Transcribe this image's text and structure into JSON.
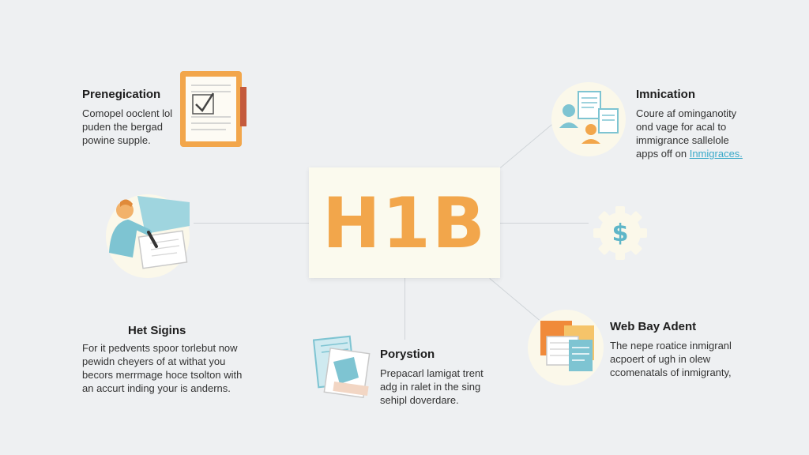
{
  "center": {
    "label": "H1B",
    "color": "#f2a64b"
  },
  "nodes": {
    "preregistration": {
      "title": "Prenegication",
      "lines": [
        "Comopel ooclent lol",
        "puden the bergad",
        "powine supple."
      ]
    },
    "immigration": {
      "title": "Imnication",
      "lines": [
        "Coure af ominganotity",
        "ond vage for acal to",
        "immigrance sallelole"
      ],
      "last_prefix": "apps off on ",
      "last_link": "Inmigraces."
    },
    "signing": {
      "title": "Het Sigins",
      "lines": [
        "For it pedvents spoor torlebut now",
        "pewidn cheyers of at withat you",
        "becors merrmage hoce tsolton with",
        "an accurt inding your is anderns."
      ]
    },
    "preparation": {
      "title": "Porystion",
      "lines": [
        "Prepacarl lamigat trent",
        "adg in ralet in the sing",
        "sehipl doverdare."
      ]
    },
    "agent": {
      "title": "Web Bay Adent",
      "lines": [
        "The nepe roatice inmigranl",
        "acpoert of ugh in olew",
        "ccomenatals of inmigranty,"
      ]
    },
    "fees": {
      "icon": "dollar-gear-icon",
      "symbol": "$"
    }
  },
  "colors": {
    "accent": "#f2a64b",
    "teal": "#7ec4d2",
    "line": "#cfd4d8"
  }
}
